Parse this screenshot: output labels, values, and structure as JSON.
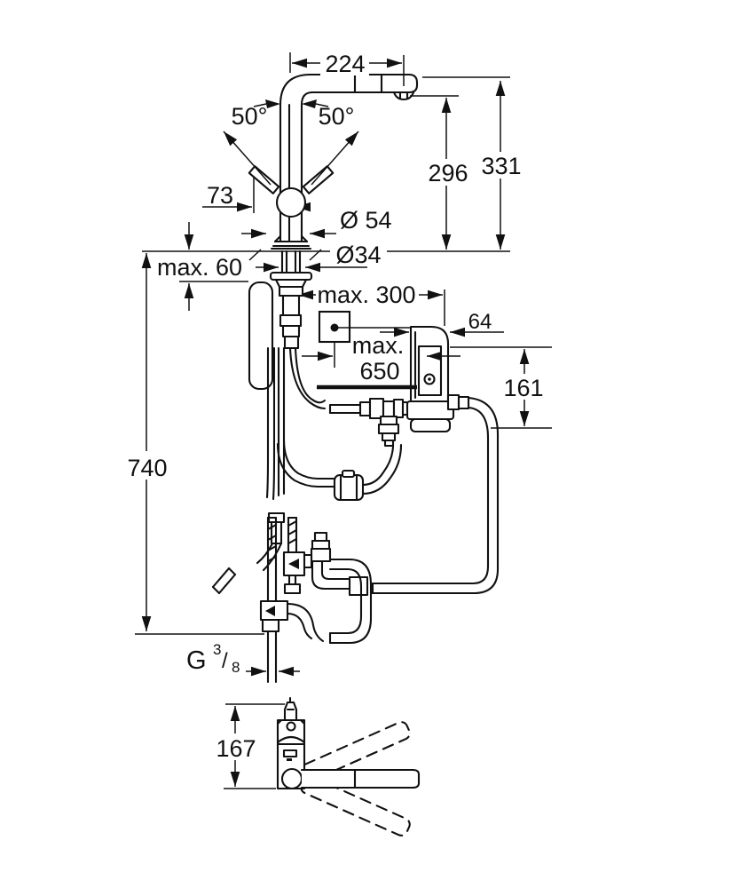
{
  "drawing": {
    "type": "technical-dimension-drawing",
    "colors": {
      "ink": "#111111",
      "background": "#ffffff"
    },
    "side_view": {
      "labels": {
        "reach": "224",
        "angle_left": "50°",
        "angle_right": "50°",
        "height_outlet": "296",
        "height_total": "331",
        "handle_projection": "73",
        "dia_base": "Ø 54",
        "dia_hole": "Ø34",
        "deck_thickness": "max. 60",
        "box_offset": "max. 300",
        "unit_width": "64",
        "hose_max_line1": "max.",
        "hose_max_line2": "650",
        "unit_height": "161",
        "supply_drop": "740",
        "thread_g": "G",
        "thread_num": "3",
        "thread_slash": "/",
        "thread_den": "8"
      }
    },
    "top_view": {
      "labels": {
        "body_depth": "167"
      }
    }
  }
}
